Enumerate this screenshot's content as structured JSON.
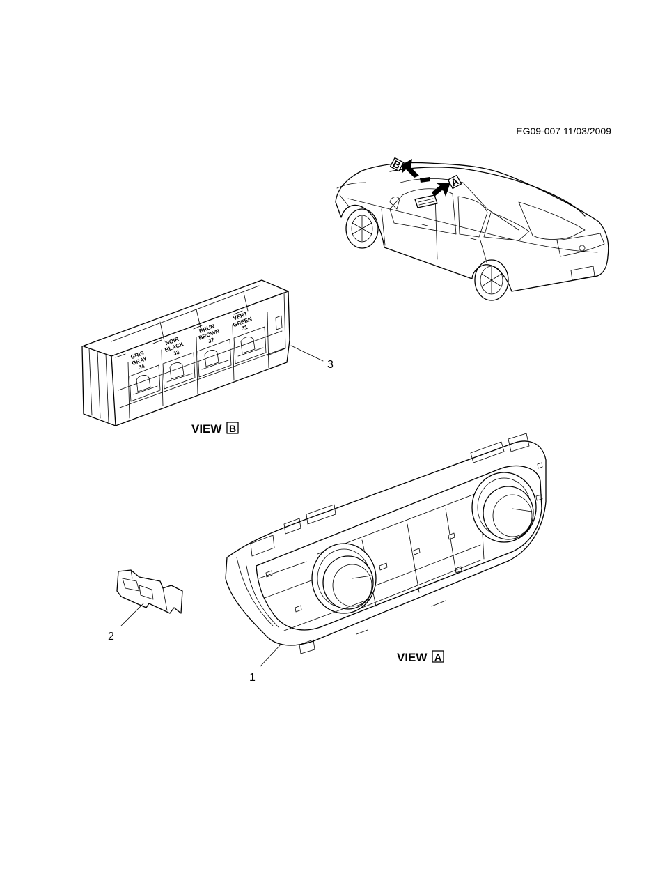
{
  "header": {
    "diagram_code": "EG09-007 11/03/2009"
  },
  "arrows": [
    {
      "letter": "B",
      "color": "#000000"
    },
    {
      "letter": "A",
      "color": "#000000"
    }
  ],
  "connector_labels": [
    {
      "line1": "GRIS",
      "line2": "GRAY",
      "line3": "J4"
    },
    {
      "line1": "NOIR",
      "line2": "BLACK",
      "line3": "J3"
    },
    {
      "line1": "BRUN",
      "line2": "BROWN",
      "line3": "J2"
    },
    {
      "line1": "VERT",
      "line2": "GREEN",
      "line3": "J1"
    }
  ],
  "views": [
    {
      "word": "VIEW",
      "letter": "B"
    },
    {
      "word": "VIEW",
      "letter": "A"
    }
  ],
  "callouts": [
    {
      "number": "3"
    },
    {
      "number": "2"
    },
    {
      "number": "1"
    }
  ],
  "colors": {
    "ink": "#000000",
    "paper": "#ffffff"
  }
}
